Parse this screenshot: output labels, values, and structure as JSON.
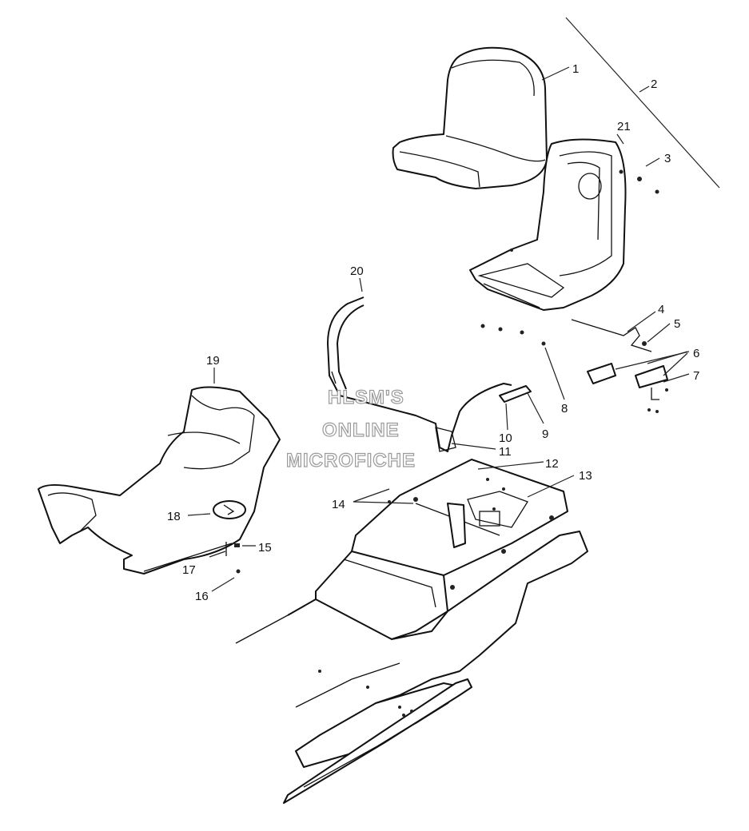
{
  "watermark": {
    "lines": [
      "HLSM'S",
      "ONLINE",
      "MICROFICHE"
    ]
  },
  "callouts": [
    {
      "id": "1",
      "label": "1"
    },
    {
      "id": "2",
      "label": "2"
    },
    {
      "id": "3",
      "label": "3"
    },
    {
      "id": "4",
      "label": "4"
    },
    {
      "id": "5",
      "label": "5"
    },
    {
      "id": "6",
      "label": "6"
    },
    {
      "id": "7",
      "label": "7"
    },
    {
      "id": "8",
      "label": "8"
    },
    {
      "id": "9",
      "label": "9"
    },
    {
      "id": "10",
      "label": "10"
    },
    {
      "id": "11",
      "label": "11"
    },
    {
      "id": "12",
      "label": "12"
    },
    {
      "id": "13",
      "label": "13"
    },
    {
      "id": "14",
      "label": "14"
    },
    {
      "id": "15",
      "label": "15"
    },
    {
      "id": "16",
      "label": "16"
    },
    {
      "id": "17",
      "label": "17"
    },
    {
      "id": "18",
      "label": "18"
    },
    {
      "id": "19",
      "label": "19"
    },
    {
      "id": "20",
      "label": "20"
    },
    {
      "id": "21",
      "label": "21"
    }
  ]
}
